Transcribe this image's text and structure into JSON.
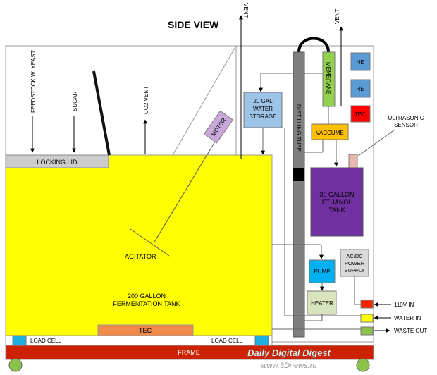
{
  "title": "SIDE VIEW",
  "inputs": {
    "feedstock": "FEEDSTOCK W. YEAST",
    "sugar": "SUGAR",
    "co2_vent": "CO2 VENT"
  },
  "locking_lid": "LOCKING LID",
  "fermentation_tank": {
    "line1": "200 GALLON",
    "line2": "FERMENTATION TANK"
  },
  "agitator": "AGITATOR",
  "motor": "MOTOR",
  "tec_bottom": "TEC",
  "load_cell_left": "LOAD CELL",
  "load_cell_right": "LOAD CELL",
  "frame": "FRAME",
  "vent_top": "VENT",
  "vent_right": "VENT",
  "water_storage": {
    "line1": "20 GAL",
    "line2": "WATER",
    "line3": "STORAGE"
  },
  "distilling_tube": "DISTILLING TUBE",
  "membrane": "MEMBRANE",
  "vaccume": "VACCUME",
  "he_1": "HE",
  "he_2": "HE",
  "tec_right": "TEC",
  "ultrasonic": {
    "line1": "ULTRASONIC",
    "line2": "SENSOR"
  },
  "ethanol_tank": {
    "line1": "30 GALLON",
    "line2": "ETHANOL",
    "line3": "TANK"
  },
  "pump": "PUMP",
  "heater": "HEATER",
  "power_supply": {
    "line1": "AC/DC",
    "line2": "POWER",
    "line3": "SUPPLY"
  },
  "outputs": {
    "power_in": "110V IN",
    "water_in": "WATER IN",
    "waste_out": "WASTE OUT"
  },
  "watermark": {
    "line1": "Daily Digital Digest",
    "line2": "www.3Dnews.ru"
  },
  "colors": {
    "tank_yellow": "#ffff00",
    "frame_red": "#cc2200",
    "load_cell_blue": "#1eaee0",
    "tec_orange": "#f08a4b",
    "lid_gray": "#cccccc",
    "motor_purple": "#c9a9dc",
    "water_blue": "#9dc3e6",
    "tube_gray": "#7f7f7f",
    "membrane_green": "#92d050",
    "vaccume_yellow": "#ffc000",
    "he_blue": "#5b9bd5",
    "tec_red": "#ff0000",
    "ethanol_purple": "#7030a0",
    "pump_cyan": "#00b0f0",
    "heater_green": "#d8e4bc",
    "power_gray": "#d9d9d9",
    "sensor_pink": "#e6b8af",
    "wheel_green": "#8bc34a"
  }
}
